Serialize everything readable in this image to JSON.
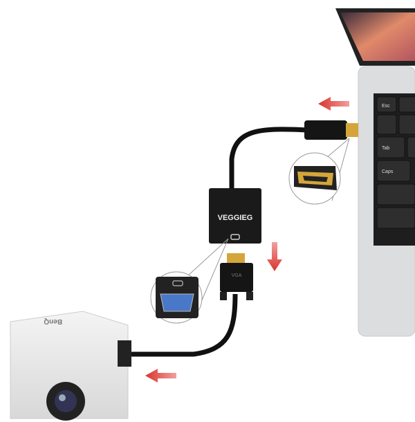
{
  "adapter": {
    "brand": "VEGGIEG",
    "vga_label": "VGA"
  },
  "projector": {
    "brand": "BenQ"
  },
  "laptop": {
    "keys": [
      "Esc",
      "Tab",
      "Caps"
    ]
  },
  "colors": {
    "arrow": "#d9342b",
    "cable": "#111111",
    "laptop": "#d9dadc",
    "gold": "#d4a53a"
  }
}
